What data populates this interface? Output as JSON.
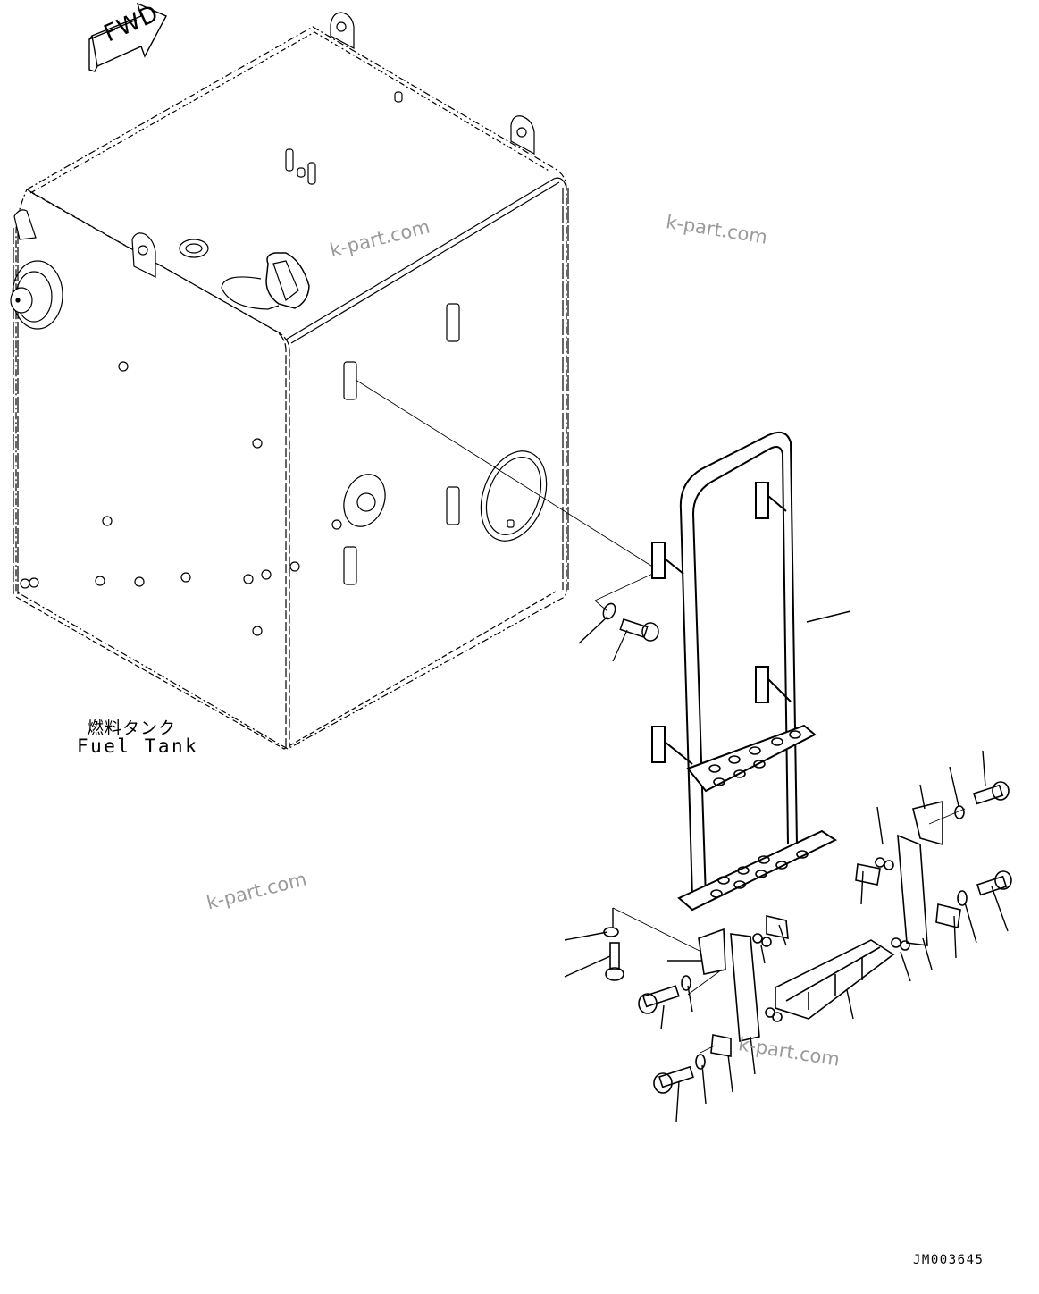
{
  "diagram": {
    "type": "exploded-parts-view",
    "direction_marker": {
      "label": "FWD",
      "icon": "forward-arrow-icon"
    },
    "main_component": {
      "label_jp": "燃料タンク",
      "label_en": "Fuel Tank"
    },
    "sub_assembly": "ladder / step with mounting brackets, bolts and washers",
    "drawing_id": "JM003645",
    "watermarks": [
      "k-part.com",
      "k-part.com",
      "k-part.com",
      "k-part.com"
    ],
    "colors": {
      "line": "#000000",
      "background": "#ffffff",
      "watermark": "#9a9a9a"
    }
  }
}
